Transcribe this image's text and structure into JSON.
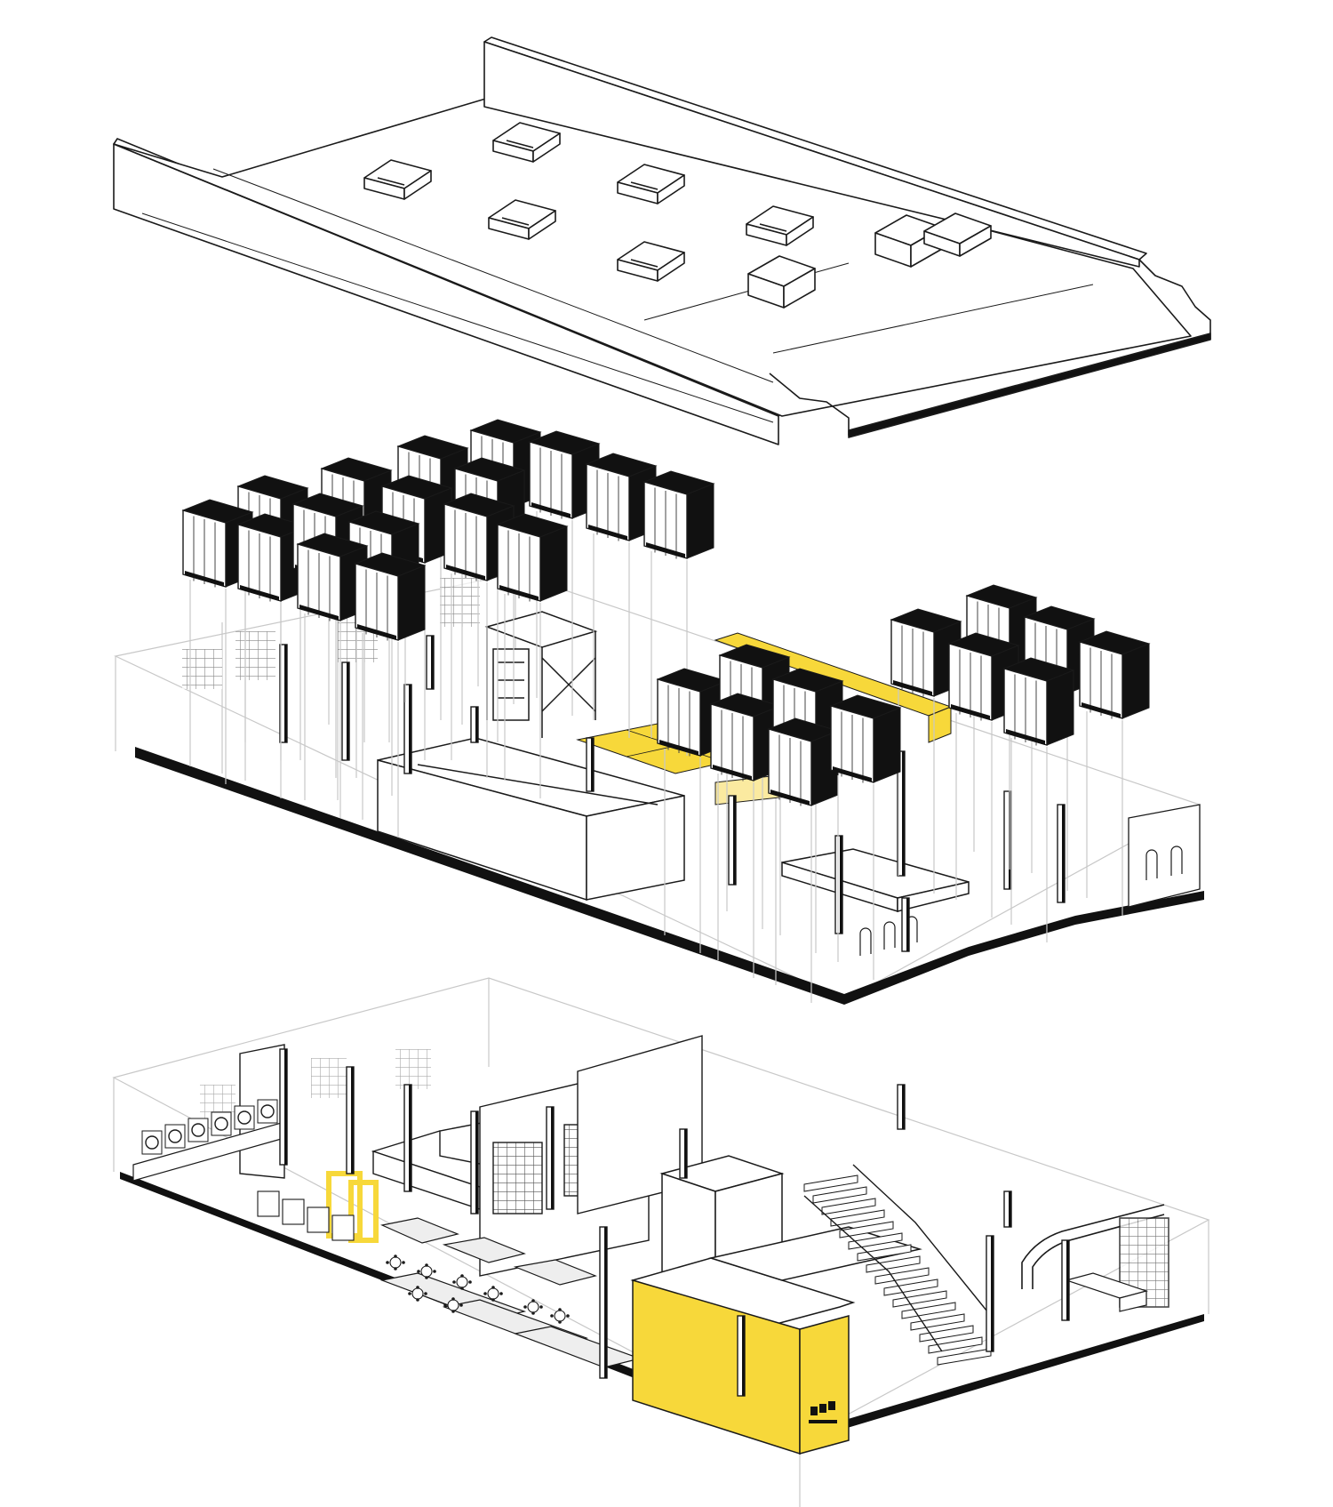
{
  "diagram": {
    "type": "exploded-axonometric",
    "layers": [
      {
        "id": "roof",
        "kind": "roof-shell",
        "skylights": 7,
        "roof-vents": 4
      },
      {
        "id": "mezzanine",
        "kind": "upper-floor",
        "hanging-blocks": 30,
        "highlight": "yellow"
      },
      {
        "id": "ground",
        "kind": "ground-floor",
        "highlight": "yellow"
      }
    ],
    "colors": {
      "line": "#1a1a1a",
      "ghost": "#c8c8c8",
      "accent": "#f7d83a",
      "accent_light": "#fbeaa0",
      "block_fill": "#111111",
      "background": "#ffffff"
    }
  }
}
